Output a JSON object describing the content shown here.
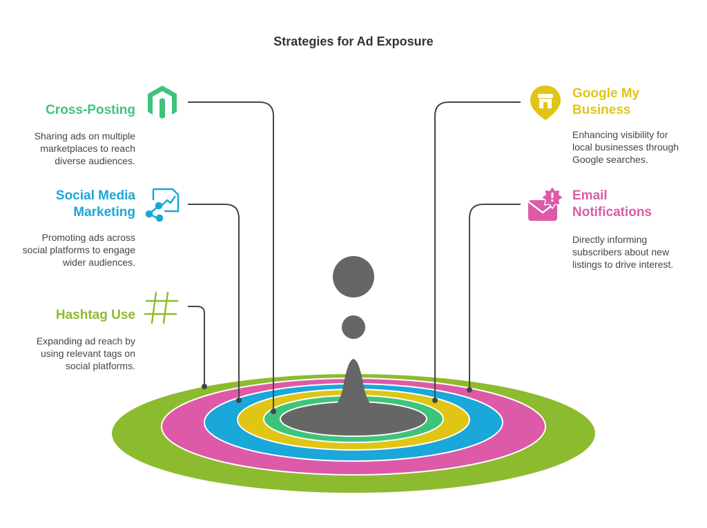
{
  "title": "Strategies for Ad Exposure",
  "strategies": {
    "cross_posting": {
      "heading": "Cross-Posting",
      "description": "Sharing ads on multiple marketplaces to reach diverse audiences.",
      "icon": "magento-icon",
      "color": "#3ec47a"
    },
    "social_media": {
      "heading": "Social Media Marketing",
      "description": "Promoting ads across social platforms to engage wider audiences.",
      "icon": "share-chart-icon",
      "color": "#1aa7d9"
    },
    "hashtag": {
      "heading": "Hashtag Use",
      "description": "Expanding ad reach by using relevant tags on social platforms.",
      "icon": "hashtag-icon",
      "color": "#8dbb2f"
    },
    "google": {
      "heading": "Google My Business",
      "description": "Enhancing visibility for local businesses through Google searches.",
      "icon": "store-location-icon",
      "color": "#e0c515"
    },
    "email": {
      "heading": "Email Notifications",
      "description": "Directly informing subscribers about new listings to drive interest.",
      "icon": "email-alert-icon",
      "color": "#dc5aa8"
    }
  },
  "rings": {
    "outer": "#8dbb2f",
    "pink": "#dc5aa8",
    "blue": "#1aa7d9",
    "yellow": "#e0c515",
    "green": "#3ec47a",
    "center": "#666666"
  }
}
